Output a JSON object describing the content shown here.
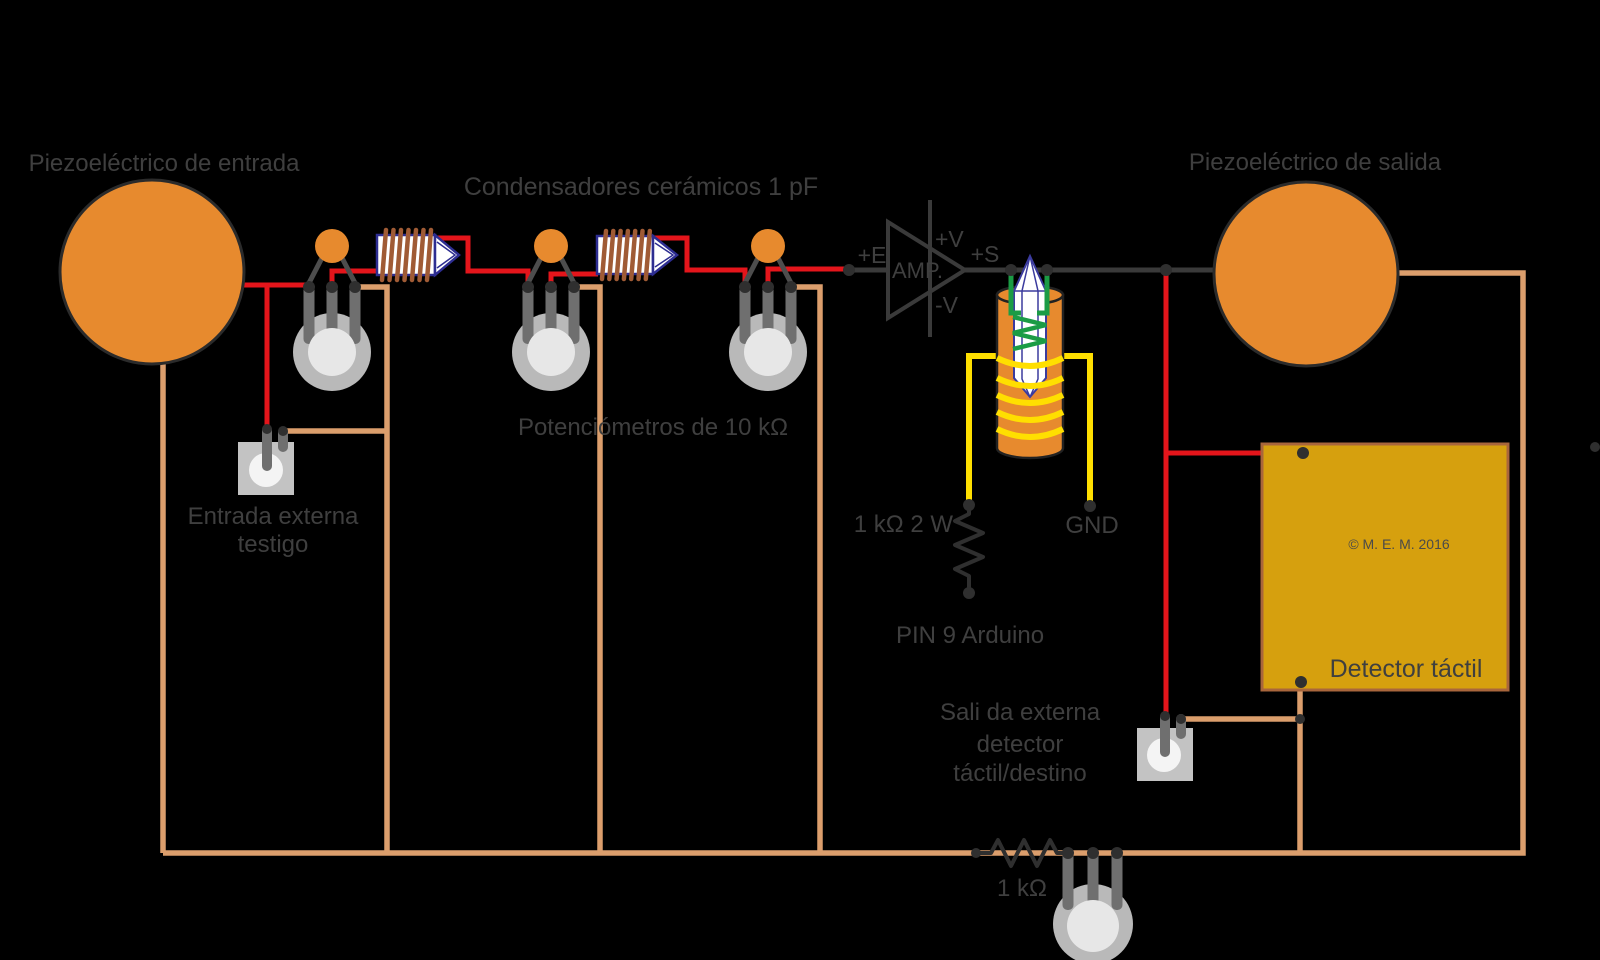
{
  "colors": {
    "background": "#000000",
    "wire_red": "#e4151b",
    "wire_black": "#3a3a3a",
    "wire_tan": "#db9e6c",
    "wire_yellow": "#ffdf00",
    "wire_green": "#1b9c45",
    "orange": "#e78a2e",
    "pot_body": "#b9b9b9",
    "pot_inner": "#e7e7e7",
    "pot_leg": "#6f6f6f",
    "connector_gray": "#c3c3c3",
    "detector_fill": "#d6a00e",
    "detector_border": "#a9663c",
    "cap_outline": "#2d2d91",
    "cap_stripe": "#a05b35",
    "dot": "#2f2f2f",
    "text": "#3f3f3f"
  },
  "diagram": {
    "piezo_input_label": "Piezoeléctrico de entrada",
    "capacitors_label": "Condensadores cerámicos 1 pF",
    "potentiometers_label": "Potenciómetros de 10 kΩ",
    "piezo_output_label": "Piezoeléctrico de salida",
    "external_input_label_line1": "Entrada externa",
    "external_input_label_line2": "testigo",
    "amp": {
      "name": "AMP.",
      "input": "+E",
      "output": "+S",
      "v_plus": "+V",
      "v_minus": "-V"
    },
    "resistor_top_label": "1 kΩ 2 W",
    "gnd_label": "GND",
    "pin_label": "PIN 9 Arduino",
    "external_output_label_line1": "Sali da externa",
    "external_output_label_line2": "detector",
    "external_output_label_line3": "táctil/destino",
    "detector_label": "Detector táctil",
    "copyright_label": "© M. E. M. 2016",
    "resistor_bottom_label": "1 kΩ"
  }
}
